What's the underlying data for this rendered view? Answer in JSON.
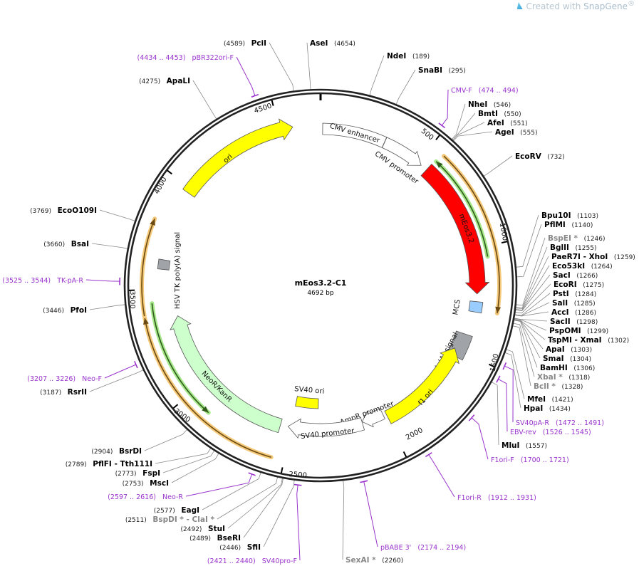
{
  "watermark": {
    "text": "Created with ",
    "brand": "SnapGene",
    "mark": "®"
  },
  "plasmid": {
    "name": "mEos3.2-C1",
    "length_label": "4692 bp",
    "length": 4692
  },
  "colors": {
    "backbone": "#222222",
    "primer": "#9933cc",
    "enzyme_line": "#888888",
    "orf_orange": "#f5c97a",
    "orf_green": "#a6e88a"
  },
  "ticks": [
    {
      "pos": 500,
      "label": "500"
    },
    {
      "pos": 1000,
      "label": "1000"
    },
    {
      "pos": 1500,
      "label": "1500"
    },
    {
      "pos": 2000,
      "label": "2000"
    },
    {
      "pos": 2500,
      "label": "2500"
    },
    {
      "pos": 3000,
      "label": "3000"
    },
    {
      "pos": 3500,
      "label": "3500"
    },
    {
      "pos": 4000,
      "label": "4000"
    },
    {
      "pos": 4500,
      "label": "4500"
    }
  ],
  "features": [
    {
      "name": "CMV enhancer",
      "start": 10,
      "end": 313,
      "direction": "none",
      "color": "#ffffff",
      "track": "main"
    },
    {
      "name": "CMV promoter",
      "start": 314,
      "end": 520,
      "direction": "forward",
      "color": "#ffffff",
      "track": "main"
    },
    {
      "name": "mEos3.2",
      "start": 553,
      "end": 1213,
      "direction": "forward",
      "color": "#ff0000",
      "track": "main"
    },
    {
      "name": "MCS",
      "start": 1250,
      "end": 1300,
      "direction": "none",
      "color": "#99ccff",
      "track": "main"
    },
    {
      "name": "SV40 poly(A) signal",
      "start": 1415,
      "end": 1535,
      "direction": "none",
      "color": "#a0a4a8",
      "track": "main"
    },
    {
      "name": "f1 ori",
      "start": 1499,
      "end": 1994,
      "direction": "reverse",
      "color": "#ffff00",
      "track": "inner"
    },
    {
      "name": "AmpR promoter",
      "start": 2010,
      "end": 2125,
      "direction": "forward",
      "color": "#ffffff",
      "track": "inner"
    },
    {
      "name": "SV40 promoter",
      "start": 2126,
      "end": 2515,
      "direction": "forward",
      "color": "#ffffff",
      "track": "inner"
    },
    {
      "name": "SV40 ori",
      "start": 2360,
      "end": 2500,
      "direction": "none",
      "color": "#ffff00",
      "track": "deep"
    },
    {
      "name": "NeoR/KanR",
      "start": 2555,
      "end": 3363,
      "direction": "forward",
      "color": "#ccffcc",
      "track": "inner"
    },
    {
      "name": "HSV TK poly(A) signal",
      "start": 3595,
      "end": 3640,
      "direction": "none",
      "color": "#a0a4a8",
      "track": "main"
    },
    {
      "name": "ori",
      "start": 3975,
      "end": 4562,
      "direction": "forward",
      "color": "#ffff00",
      "track": "main"
    }
  ],
  "orfs": [
    {
      "start": 568,
      "end": 1290,
      "direction": "forward",
      "kind": "orange"
    },
    {
      "start": 560,
      "end": 1045,
      "direction": "reverse",
      "kind": "green"
    },
    {
      "start": 2555,
      "end": 3383,
      "direction": "forward",
      "kind": "orange"
    },
    {
      "start": 2885,
      "end": 3440,
      "direction": "reverse",
      "kind": "green"
    },
    {
      "start": 3390,
      "end": 3805,
      "direction": "forward",
      "kind": "orange"
    }
  ],
  "enzymes": [
    {
      "name": "NdeI",
      "position": "189",
      "pos": 189
    },
    {
      "name": "SnaBI",
      "position": "295",
      "pos": 295
    },
    {
      "name": "NheI",
      "position": "546",
      "pos": 546
    },
    {
      "name": "BmtI",
      "position": "550",
      "pos": 550
    },
    {
      "name": "AfeI",
      "position": "551",
      "pos": 551
    },
    {
      "name": "AgeI",
      "position": "555",
      "pos": 555
    },
    {
      "name": "EcoRV",
      "position": "732",
      "pos": 732
    },
    {
      "name": "Bpu10I",
      "position": "1103",
      "pos": 1103
    },
    {
      "name": "PflMI",
      "position": "1140",
      "pos": 1140
    },
    {
      "name": "BspEI *",
      "position": "1246",
      "pos": 1246,
      "gray": true
    },
    {
      "name": "BglII",
      "position": "1255",
      "pos": 1255
    },
    {
      "name": "PaeR7I  - XhoI",
      "position": "1259",
      "pos": 1259
    },
    {
      "name": "Eco53kI",
      "position": "1264",
      "pos": 1264
    },
    {
      "name": "SacI",
      "position": "1266",
      "pos": 1266
    },
    {
      "name": "EcoRI",
      "position": "1275",
      "pos": 1275
    },
    {
      "name": "PstI",
      "position": "1284",
      "pos": 1284
    },
    {
      "name": "SalI",
      "position": "1285",
      "pos": 1285
    },
    {
      "name": "AccI",
      "position": "1286",
      "pos": 1286
    },
    {
      "name": "SacII",
      "position": "1298",
      "pos": 1298
    },
    {
      "name": "PspOMI",
      "position": "1299",
      "pos": 1299
    },
    {
      "name": "TspMI  - XmaI",
      "position": "1302",
      "pos": 1302
    },
    {
      "name": "ApaI",
      "position": "1303",
      "pos": 1303
    },
    {
      "name": "SmaI",
      "position": "1304",
      "pos": 1304
    },
    {
      "name": "BamHI",
      "position": "1306",
      "pos": 1306
    },
    {
      "name": "XbaI *",
      "position": "1318",
      "pos": 1318,
      "gray": true
    },
    {
      "name": "BclI *",
      "position": "1328",
      "pos": 1328,
      "gray": true
    },
    {
      "name": "MfeI",
      "position": "1421",
      "pos": 1421
    },
    {
      "name": "HpaI",
      "position": "1434",
      "pos": 1434
    },
    {
      "name": "MluI",
      "position": "1557",
      "pos": 1557
    },
    {
      "name": "SexAI *",
      "position": "2260",
      "pos": 2260,
      "gray": true
    },
    {
      "name": "AseI",
      "position": "4654",
      "pos": 4654
    },
    {
      "name": "PciI",
      "position": "4589",
      "pos": 4589
    },
    {
      "name": "ApaLI",
      "position": "4275",
      "pos": 4275
    },
    {
      "name": "EcoO109I",
      "position": "3769",
      "pos": 3769
    },
    {
      "name": "BsaI",
      "position": "3660",
      "pos": 3660
    },
    {
      "name": "PfoI",
      "position": "3446",
      "pos": 3446
    },
    {
      "name": "RsrII",
      "position": "3187",
      "pos": 3187
    },
    {
      "name": "BsrDI",
      "position": "2904",
      "pos": 2904
    },
    {
      "name": "PflFI  - Tth111I",
      "position": "2789",
      "pos": 2789
    },
    {
      "name": "FspI",
      "position": "2773",
      "pos": 2773
    },
    {
      "name": "MscI",
      "position": "2753",
      "pos": 2753
    },
    {
      "name": "EagI",
      "position": "2577",
      "pos": 2577
    },
    {
      "name": "BspDI * - ClaI *",
      "position": "2511",
      "pos": 2511,
      "gray": true
    },
    {
      "name": "StuI",
      "position": "2492",
      "pos": 2492
    },
    {
      "name": "BseRI",
      "position": "2489",
      "pos": 2489
    },
    {
      "name": "SfiI",
      "position": "2446",
      "pos": 2446
    }
  ],
  "primers": [
    {
      "name": "pBR322ori-F",
      "range": "4434 .. 4453",
      "start": 4434,
      "end": 4453
    },
    {
      "name": "CMV-F",
      "range": "474 .. 494",
      "start": 474,
      "end": 494
    },
    {
      "name": "TK-pA-R",
      "range": "3525 .. 3544",
      "start": 3525,
      "end": 3544
    },
    {
      "name": "Neo-F",
      "range": "3207 .. 3226",
      "start": 3207,
      "end": 3226
    },
    {
      "name": "Neo-R",
      "range": "2597 .. 2616",
      "start": 2597,
      "end": 2616
    },
    {
      "name": "SV40pro-F",
      "range": "2421 .. 2440",
      "start": 2421,
      "end": 2440
    },
    {
      "name": "pBABE 3'",
      "range": "2174 .. 2194",
      "start": 2174,
      "end": 2194
    },
    {
      "name": "F1ori-R",
      "range": "1912 .. 1931",
      "start": 1912,
      "end": 1931
    },
    {
      "name": "F1ori-F",
      "range": "1700 .. 1721",
      "start": 1700,
      "end": 1721
    },
    {
      "name": "EBV-rev",
      "range": "1526 .. 1545",
      "start": 1526,
      "end": 1545
    },
    {
      "name": "SV40pA-R",
      "range": "1472 .. 1491",
      "start": 1472,
      "end": 1491
    }
  ]
}
